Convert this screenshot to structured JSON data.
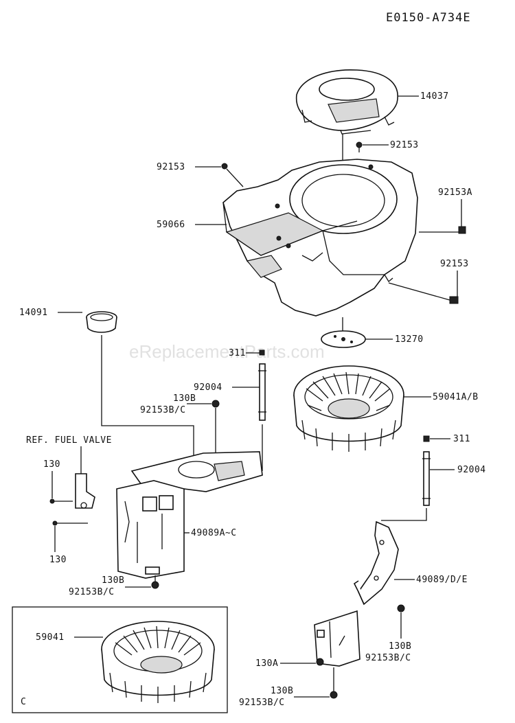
{
  "diagram_code": "E0150-A734E",
  "watermark": "eReplacementParts.com",
  "callouts": {
    "cover_top": "14037",
    "bolt_top_right": "92153",
    "bolt_top_left": "92153",
    "bolt_a": "92153A",
    "housing": "59066",
    "bolt_lower_right": "92153",
    "collar": "14091",
    "plate": "13270",
    "spacer_left": "311",
    "stud_left": "92004",
    "bolt_left_line1": "130B",
    "bolt_left_line2": "92153B/C",
    "fan_main": "59041A/B",
    "ref_fuel_valve": "REF. FUEL VALVE",
    "bolt_130_top": "130",
    "bolt_130_bottom": "130",
    "cover_left": "49089A~C",
    "bolt_cover_left_line1": "130B",
    "bolt_cover_left_line2": "92153B/C",
    "spacer_right": "311",
    "stud_right": "92004",
    "cover_right": "49089/D/E",
    "bolt_right_line1": "130B",
    "bolt_right_line2": "92153B/C",
    "bolt_130a": "130A",
    "bolt_bottom_line1": "130B",
    "bolt_bottom_line2": "92153B/C",
    "inset_fan": "59041",
    "inset_tag": "C"
  }
}
